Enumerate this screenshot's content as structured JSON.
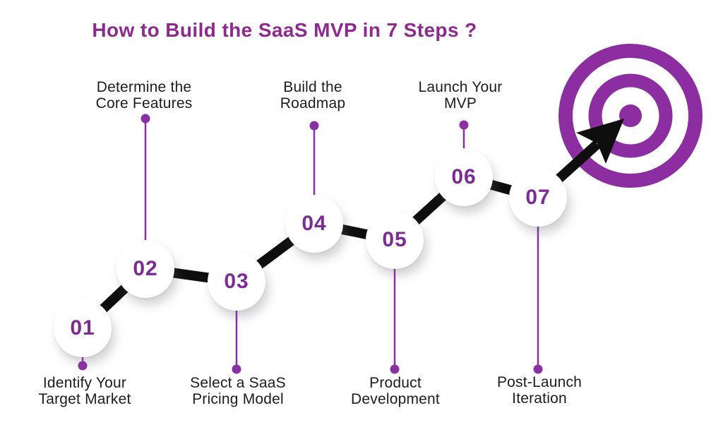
{
  "title": "How to Build the SaaS MVP in 7 Steps ?",
  "steps": [
    {
      "number": "01",
      "label": "Identify Your\nTarget Market",
      "label_position": "below"
    },
    {
      "number": "02",
      "label": "Determine the\nCore Features",
      "label_position": "above"
    },
    {
      "number": "03",
      "label": "Select a SaaS\nPricing Model",
      "label_position": "below"
    },
    {
      "number": "04",
      "label": "Build the\nRoadmap",
      "label_position": "above"
    },
    {
      "number": "05",
      "label": "Product\nDevelopment",
      "label_position": "below"
    },
    {
      "number": "06",
      "label": "Launch Your\nMVP",
      "label_position": "above"
    },
    {
      "number": "07",
      "label": "Post-Launch\nIteration",
      "label_position": "below"
    }
  ],
  "icons": {
    "target": "bullseye-target-icon",
    "arrow": "ascending-arrow-icon"
  },
  "colors": {
    "title_purple": "#8e2a8f",
    "number_purple": "#7d2b96",
    "connector_purple": "#8b2fa5",
    "target_purple": "#8c2da1",
    "path_black": "#0e0e0e",
    "label_black": "#1d1d1d",
    "background": "#ffffff"
  }
}
